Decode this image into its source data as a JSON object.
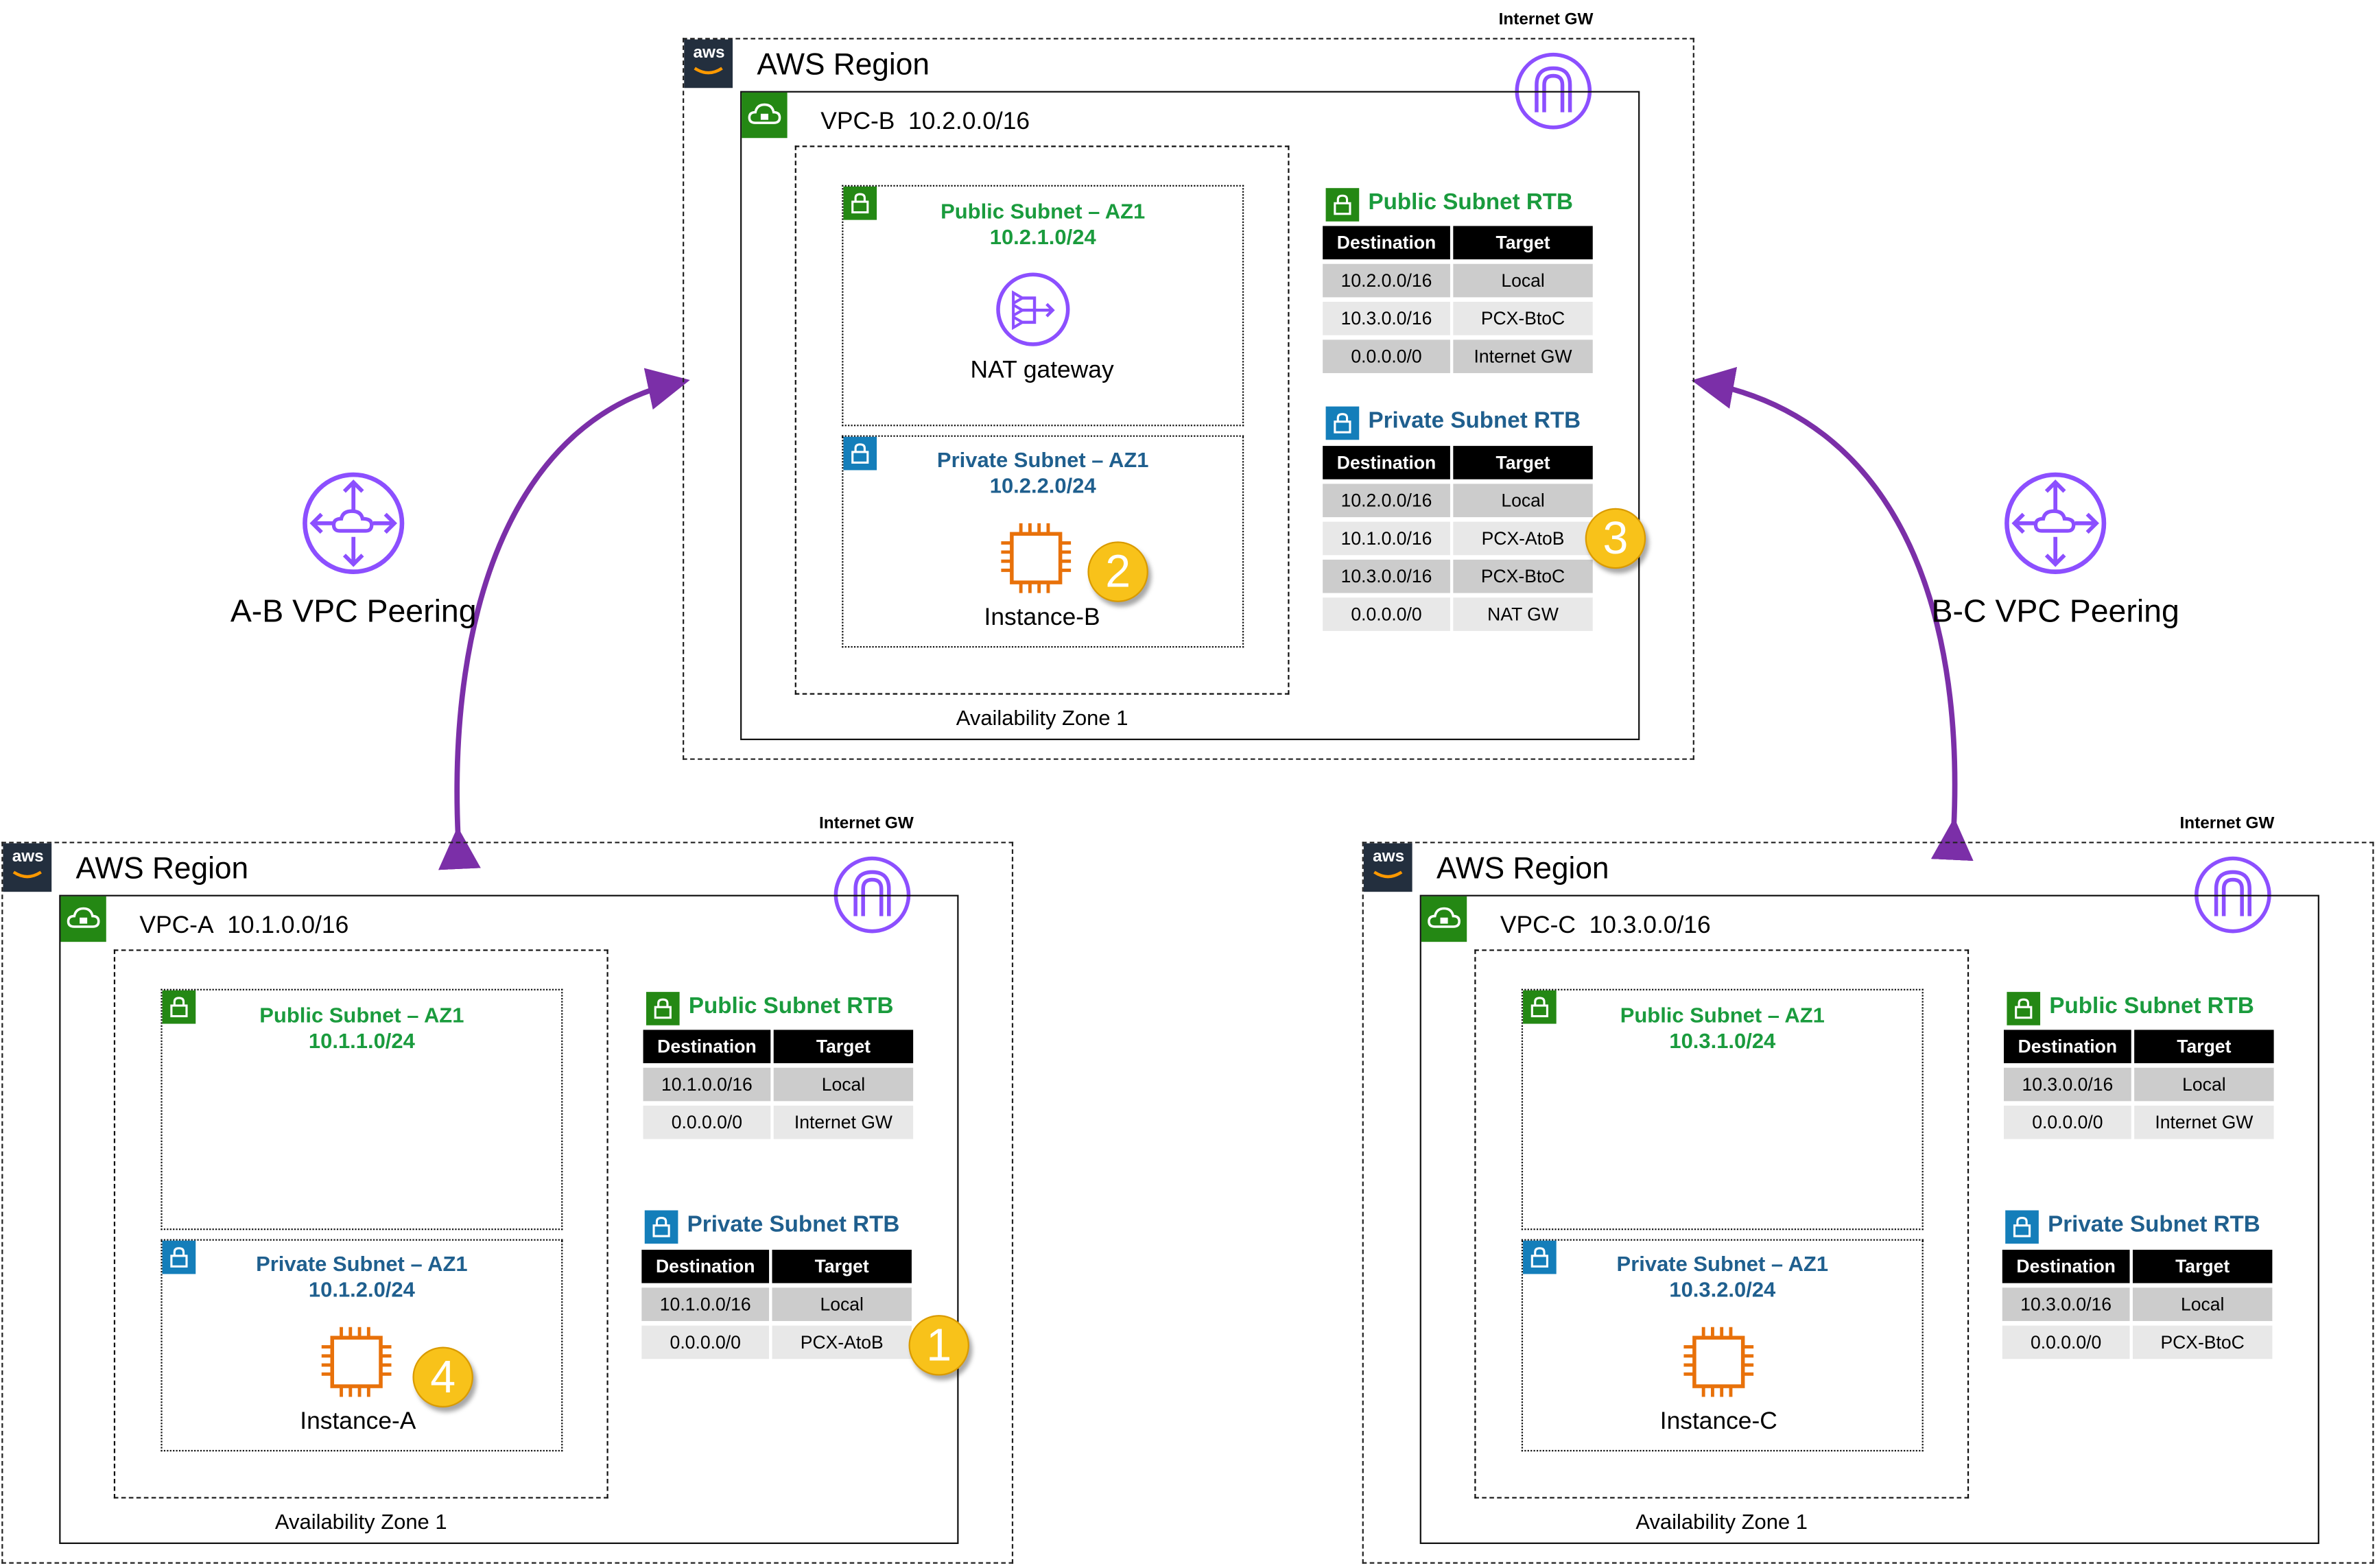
{
  "colors": {
    "public_green": "#1a9b3d",
    "private_blue": "#1f5f8e",
    "peering_purple": "#7b2fa8",
    "badge_yellow": "#f8c21a",
    "chip_orange": "#e8710a",
    "icon_purple": "#8c4fff"
  },
  "icons": {
    "aws_logo": "aws-logo-icon",
    "vpc": "cloud-lock-icon",
    "subnet": "padlock-icon",
    "internet_gateway": "internet-gateway-icon",
    "nat_gateway": "nat-gateway-icon",
    "instance": "ec2-chip-icon",
    "peering": "vpc-peering-router-icon"
  },
  "aws_logo_text": "aws",
  "peerings": {
    "ab": {
      "label": "A-B VPC Peering"
    },
    "bc": {
      "label": "B-C VPC Peering"
    }
  },
  "vpc_b": {
    "region_title": "AWS Region",
    "igw_label": "Internet GW",
    "vpc_name": "VPC-B",
    "vpc_cidr": "10.2.0.0/16",
    "az_label": "Availability Zone 1",
    "public_subnet": {
      "title": "Public Subnet – AZ1",
      "cidr": "10.2.1.0/24",
      "resource_label": "NAT gateway"
    },
    "private_subnet": {
      "title": "Private Subnet – AZ1",
      "cidr": "10.2.2.0/24",
      "resource_label": "Instance-B",
      "badge": "2"
    },
    "public_rtb": {
      "title": "Public Subnet RTB",
      "headers": [
        "Destination",
        "Target"
      ],
      "rows": [
        [
          "10.2.0.0/16",
          "Local"
        ],
        [
          "10.3.0.0/16",
          "PCX-BtoC"
        ],
        [
          "0.0.0.0/0",
          "Internet GW"
        ]
      ]
    },
    "private_rtb": {
      "title": "Private Subnet RTB",
      "headers": [
        "Destination",
        "Target"
      ],
      "rows": [
        [
          "10.2.0.0/16",
          "Local"
        ],
        [
          "10.1.0.0/16",
          "PCX-AtoB"
        ],
        [
          "10.3.0.0/16",
          "PCX-BtoC"
        ],
        [
          "0.0.0.0/0",
          "NAT GW"
        ]
      ],
      "badge": "3"
    }
  },
  "vpc_a": {
    "region_title": "AWS Region",
    "igw_label": "Internet GW",
    "vpc_name": "VPC-A",
    "vpc_cidr": "10.1.0.0/16",
    "az_label": "Availability Zone 1",
    "public_subnet": {
      "title": "Public Subnet – AZ1",
      "cidr": "10.1.1.0/24"
    },
    "private_subnet": {
      "title": "Private Subnet – AZ1",
      "cidr": "10.1.2.0/24",
      "resource_label": "Instance-A",
      "badge": "4"
    },
    "public_rtb": {
      "title": "Public Subnet RTB",
      "headers": [
        "Destination",
        "Target"
      ],
      "rows": [
        [
          "10.1.0.0/16",
          "Local"
        ],
        [
          "0.0.0.0/0",
          "Internet GW"
        ]
      ]
    },
    "private_rtb": {
      "title": "Private Subnet RTB",
      "headers": [
        "Destination",
        "Target"
      ],
      "rows": [
        [
          "10.1.0.0/16",
          "Local"
        ],
        [
          "0.0.0.0/0",
          "PCX-AtoB"
        ]
      ],
      "badge": "1"
    }
  },
  "vpc_c": {
    "region_title": "AWS Region",
    "igw_label": "Internet GW",
    "vpc_name": "VPC-C",
    "vpc_cidr": "10.3.0.0/16",
    "az_label": "Availability Zone 1",
    "public_subnet": {
      "title": "Public Subnet – AZ1",
      "cidr": "10.3.1.0/24"
    },
    "private_subnet": {
      "title": "Private Subnet – AZ1",
      "cidr": "10.3.2.0/24",
      "resource_label": "Instance-C"
    },
    "public_rtb": {
      "title": "Public Subnet RTB",
      "headers": [
        "Destination",
        "Target"
      ],
      "rows": [
        [
          "10.3.0.0/16",
          "Local"
        ],
        [
          "0.0.0.0/0",
          "Internet GW"
        ]
      ]
    },
    "private_rtb": {
      "title": "Private Subnet RTB",
      "headers": [
        "Destination",
        "Target"
      ],
      "rows": [
        [
          "10.3.0.0/16",
          "Local"
        ],
        [
          "0.0.0.0/0",
          "PCX-BtoC"
        ]
      ]
    }
  }
}
